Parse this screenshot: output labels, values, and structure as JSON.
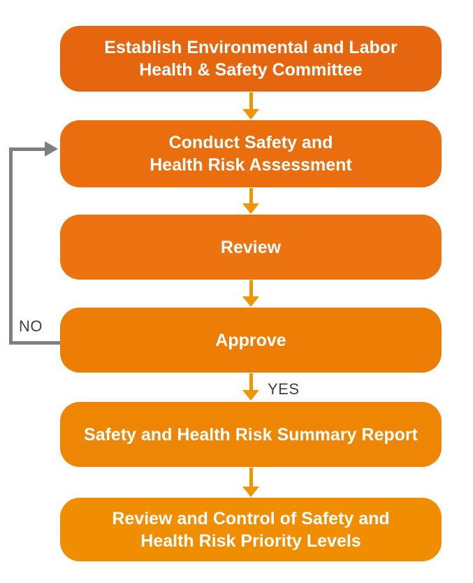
{
  "diagram": {
    "type": "flowchart",
    "nodes": [
      {
        "id": "establish-committee",
        "lines": [
          "Establish Environmental and Labor",
          "Health & Safety Committee"
        ],
        "color": "#e6660f"
      },
      {
        "id": "conduct-assessment",
        "lines": [
          "Conduct Safety and",
          "Health Risk Assessment"
        ],
        "color": "#ea6e0e"
      },
      {
        "id": "review",
        "lines": [
          "Review"
        ],
        "color": "#ec7310"
      },
      {
        "id": "approve",
        "lines": [
          "Approve"
        ],
        "color": "#ee7d06"
      },
      {
        "id": "summary-report",
        "lines": [
          "Safety and Health Risk Summary Report"
        ],
        "color": "#ee8604"
      },
      {
        "id": "priority-levels",
        "lines": [
          "Review and Control of Safety and",
          "Health Risk Priority Levels"
        ],
        "color": "#f08d01"
      }
    ],
    "edges": [
      {
        "from": "establish-committee",
        "to": "conduct-assessment",
        "label": ""
      },
      {
        "from": "conduct-assessment",
        "to": "review",
        "label": ""
      },
      {
        "from": "review",
        "to": "approve",
        "label": ""
      },
      {
        "from": "approve",
        "to": "summary-report",
        "label": "YES"
      },
      {
        "from": "approve",
        "to": "conduct-assessment",
        "label": "NO"
      },
      {
        "from": "summary-report",
        "to": "priority-levels",
        "label": ""
      }
    ],
    "colors": {
      "arrow": "#ee9600",
      "loop_line": "#7f7f7f",
      "node_text": "#ffffff",
      "edge_label_text": "#404040",
      "background": "#ffffff"
    }
  }
}
